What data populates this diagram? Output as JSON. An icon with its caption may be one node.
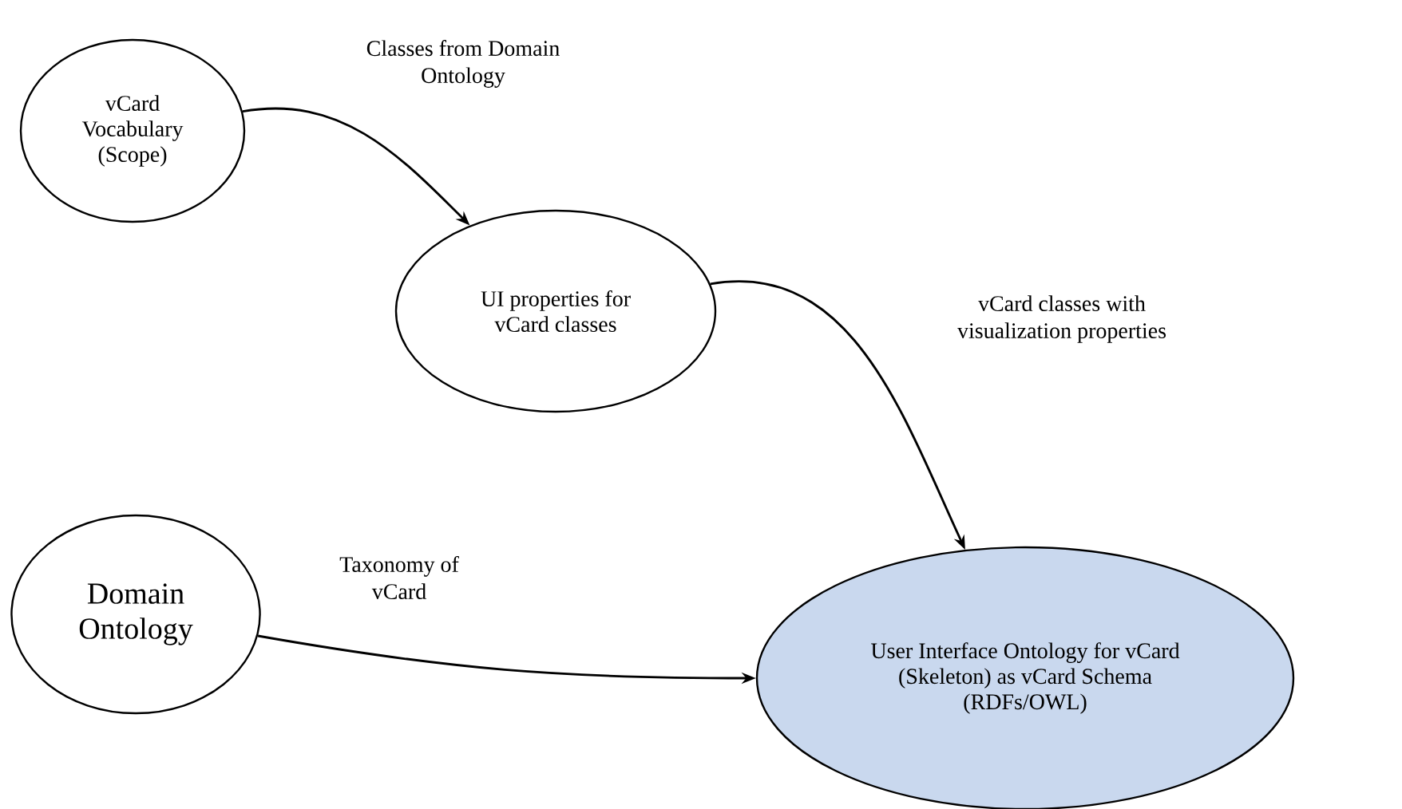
{
  "diagram": {
    "nodes": [
      {
        "text": [
          "vCard Vocabulary (Scope)"
        ]
      },
      {
        "text": [
          "UI properties for vCard classes"
        ]
      },
      {
        "text": [
          "Domain Ontology"
        ]
      },
      {
        "text": [
          "User Interface Ontology for vCard (Skeleton) as vCard Schema (RDFs/OWL)"
        ]
      }
    ],
    "edges": [
      {
        "from": 0,
        "to": 1,
        "arrow": "to",
        "label": "Classes from Domain Ontology"
      },
      {
        "from": 1,
        "to": 3,
        "arrow": "to",
        "label": "vCard classes with visualization properties"
      },
      {
        "from": 2,
        "to": 3,
        "arrow": "to",
        "label": "Taxonomy of vCard"
      }
    ]
  }
}
